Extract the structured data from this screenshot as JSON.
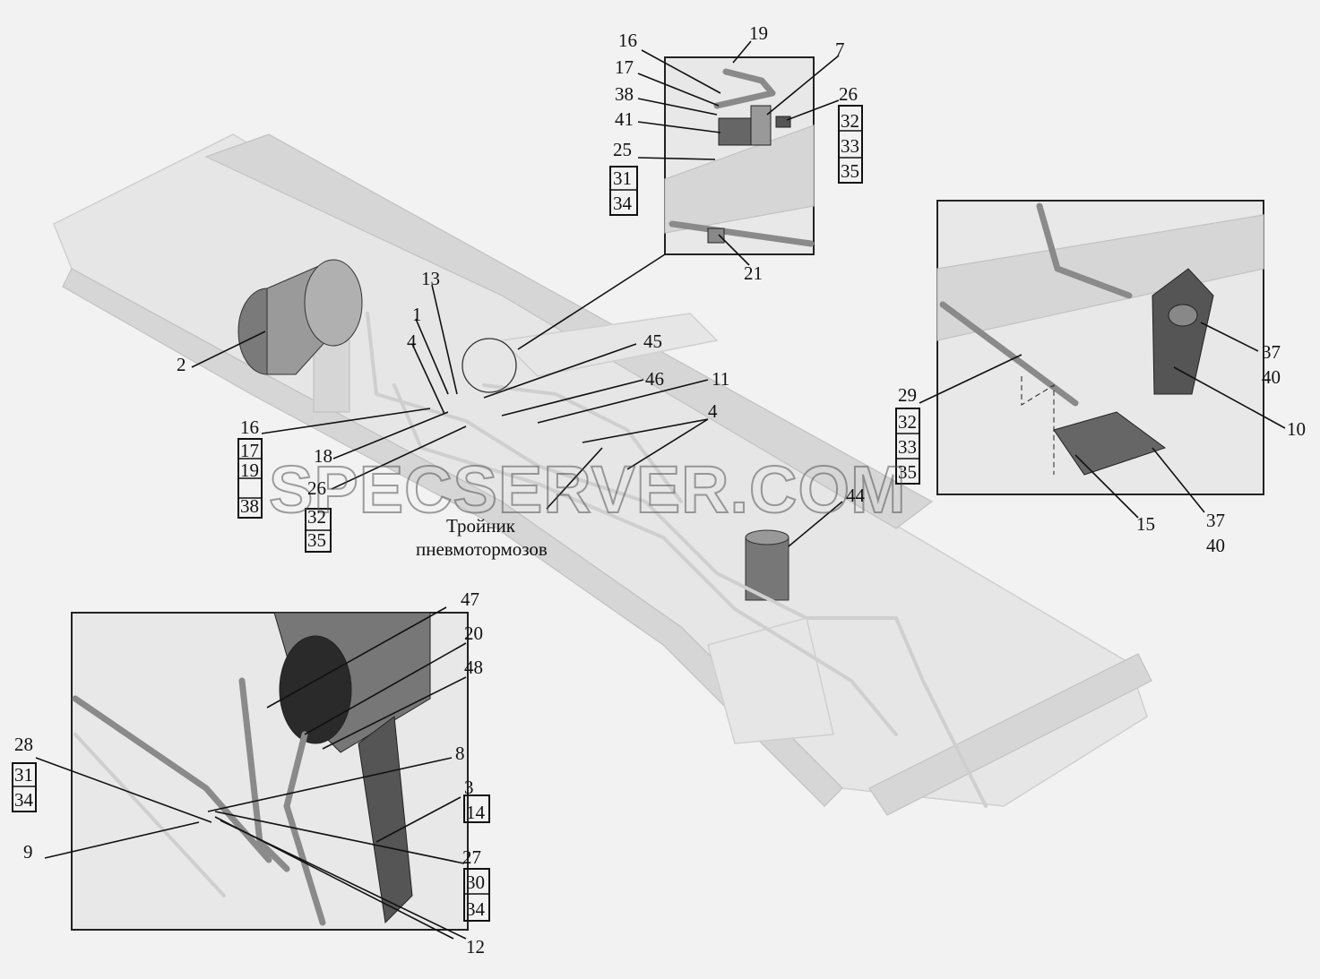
{
  "labels": {
    "n1": "1",
    "n2": "2",
    "n3": "3",
    "n4a": "4",
    "n4b": "4",
    "n7": "7",
    "n8": "8",
    "n9": "9",
    "n10": "10",
    "n11": "11",
    "n12": "12",
    "n13": "13",
    "n14": "14",
    "n15": "15",
    "n16a": "16",
    "n16b": "16",
    "n17a": "17",
    "n17b": "17",
    "n18": "18",
    "n19a": "19",
    "n19b": "19",
    "n20": "20",
    "n21": "21",
    "n25": "25",
    "n26a": "26",
    "n26b": "26",
    "n27": "27",
    "n28": "28",
    "n29": "29",
    "n30": "30",
    "n31a": "31",
    "n31b": "31",
    "n32a": "32",
    "n32b": "32",
    "n32c": "32",
    "n33a": "33",
    "n33b": "33",
    "n34a": "34",
    "n34b": "34",
    "n34c": "34",
    "n35a": "35",
    "n35b": "35",
    "n35c": "35",
    "n37a": "37",
    "n37b": "37",
    "n38a": "38",
    "n38b": "38",
    "n40a": "40",
    "n40b": "40",
    "n41": "41",
    "n44": "44",
    "n45": "45",
    "n46": "46",
    "n47": "47",
    "n48": "48"
  },
  "caption_line1": "Тройник",
  "caption_line2": "пневмотормозов",
  "watermark": "SPECSERVER.COM"
}
